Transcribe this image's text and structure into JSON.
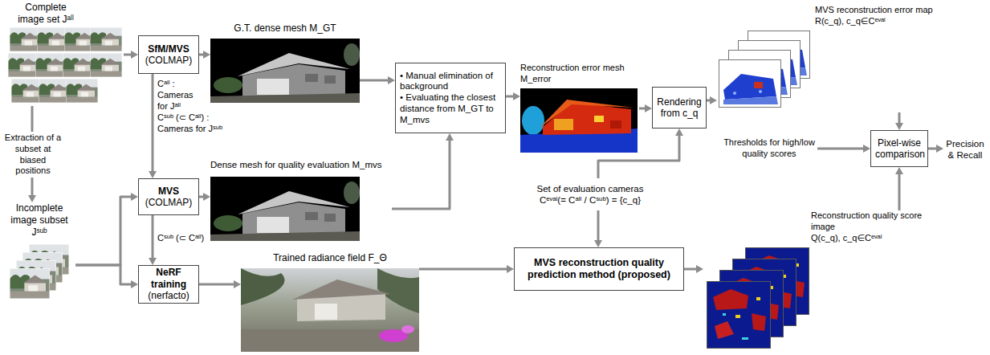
{
  "diagram": {
    "nodes": [
      {
        "text": [
          "Complete image set Jᵃˡˡ"
        ]
      },
      {
        "text": [
          "SfM/MVS",
          "(COLMAP)"
        ]
      },
      {
        "text": [
          "G.T. dense mesh M_GT"
        ]
      },
      {
        "text": [
          "Incomplete image subset Jˢᵘᵇ"
        ]
      },
      {
        "text": [
          "MVS",
          "(COLMAP)"
        ]
      },
      {
        "text": [
          "Dense mesh for quality evaluation M_mvs"
        ]
      },
      {
        "text": [
          "NeRF training",
          "(nerfacto)"
        ]
      },
      {
        "text": [
          "Trained radiance field F_Θ"
        ]
      },
      {
        "text": [
          "• Manual elimination of background",
          "• Evaluating the closest distance from M_GT to M_mvs"
        ]
      },
      {
        "text": [
          "Reconstruction error mesh M_error"
        ]
      },
      {
        "text": [
          "Rendering from c_q"
        ]
      },
      {
        "text": [
          "MVS reconstruction error map",
          "R(c_q), c_q∈Cᵉᵛᵃˡ"
        ]
      },
      {
        "text": [
          "Set of evaluation cameras",
          "Cᵉᵛᵃˡ(= Cᵃˡˡ / Cˢᵘᵇ) = {c_q}"
        ]
      },
      {
        "text": [
          "MVS reconstruction quality prediction method (proposed)"
        ]
      },
      {
        "text": [
          "Reconstruction quality score image",
          "Q(c_q), c_q∈Cᵉᵛᵃˡ"
        ]
      },
      {
        "text": [
          "Thresholds for high/low quality scores"
        ]
      },
      {
        "text": [
          "Pixel-wise comparison"
        ]
      },
      {
        "text": [
          "Precision & Recall"
        ]
      }
    ],
    "edges": [
      {
        "from": 0,
        "to": 1,
        "arrow": "to"
      },
      {
        "from": 0,
        "to": 3,
        "label": "Extraction of a subset at biased positions",
        "arrow": "to"
      },
      {
        "from": 1,
        "to": 2,
        "arrow": "to"
      },
      {
        "from": 1,
        "to": 4,
        "label": "Cˢᵘᵇ (⊂ Cᵃˡˡ) : Cameras for Jˢᵘᵇ",
        "arrow": "to"
      },
      {
        "from": 3,
        "to": 4,
        "arrow": "to"
      },
      {
        "from": 3,
        "to": 6,
        "arrow": "to"
      },
      {
        "from": 4,
        "to": 5,
        "arrow": "to"
      },
      {
        "from": 4,
        "to": 6,
        "label": "Cˢᵘᵇ (⊂ Cᵃˡˡ)",
        "arrow": "to"
      },
      {
        "from": 6,
        "to": 7,
        "arrow": "to"
      },
      {
        "from": 2,
        "to": 8,
        "arrow": "to"
      },
      {
        "from": 5,
        "to": 8,
        "arrow": "to"
      },
      {
        "from": 8,
        "to": 9,
        "arrow": "to"
      },
      {
        "from": 9,
        "to": 10,
        "arrow": "to"
      },
      {
        "from": 10,
        "to": 11,
        "arrow": "to"
      },
      {
        "from": 12,
        "to": 10,
        "arrow": "to"
      },
      {
        "from": 12,
        "to": 13,
        "arrow": "to"
      },
      {
        "from": 7,
        "to": 13,
        "arrow": "to"
      },
      {
        "from": 13,
        "to": 14,
        "arrow": "to"
      },
      {
        "from": 11,
        "to": 16,
        "arrow": "to"
      },
      {
        "from": 15,
        "to": 16,
        "arrow": "to"
      },
      {
        "from": 14,
        "to": 16,
        "arrow": "to"
      },
      {
        "from": 16,
        "to": 17,
        "arrow": "to"
      }
    ],
    "labels": [
      "Cᵃˡˡ : Cameras for Jᵃˡˡ"
    ]
  }
}
